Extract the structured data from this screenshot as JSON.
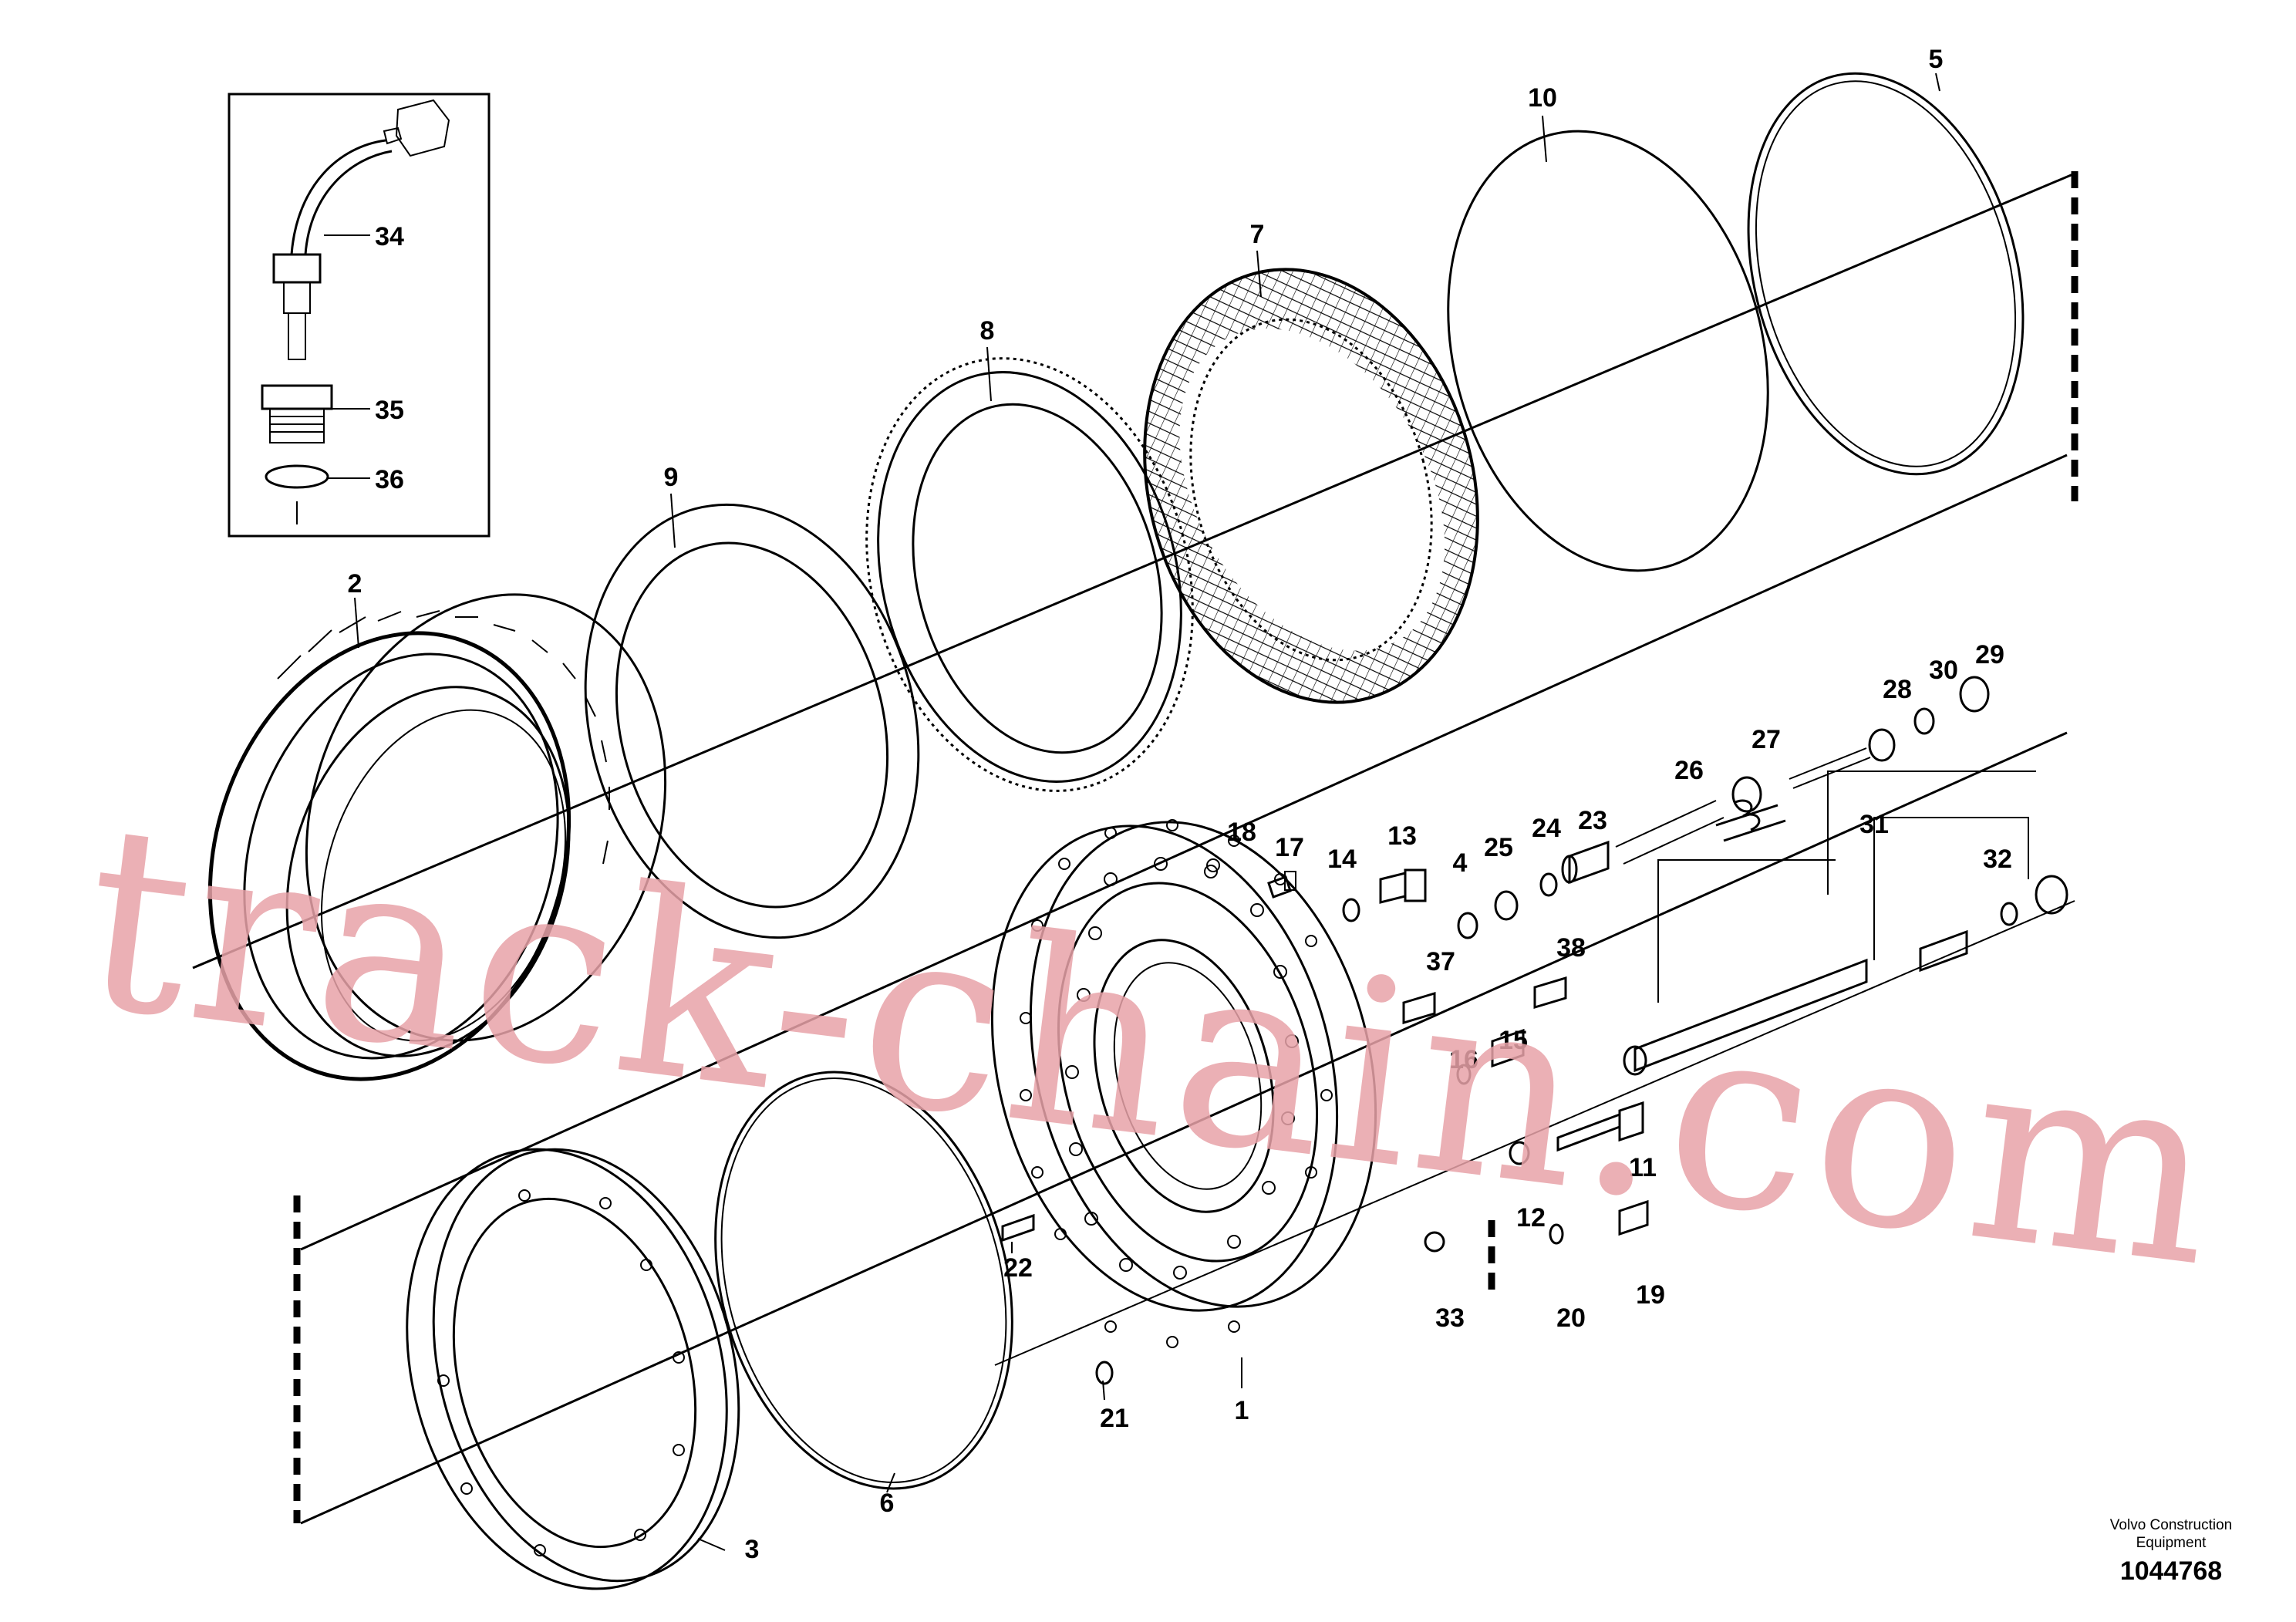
{
  "watermark": "track-chain.com",
  "credit": "Volvo Construction Equipment",
  "drawing_number": "1044768",
  "callouts": [
    "1",
    "2",
    "3",
    "4",
    "5",
    "6",
    "7",
    "8",
    "9",
    "10",
    "11",
    "12",
    "13",
    "14",
    "15",
    "16",
    "17",
    "18",
    "19",
    "20",
    "21",
    "22",
    "23",
    "24",
    "25",
    "26",
    "27",
    "28",
    "29",
    "30",
    "31",
    "32",
    "33",
    "34",
    "35",
    "36",
    "37",
    "38"
  ]
}
